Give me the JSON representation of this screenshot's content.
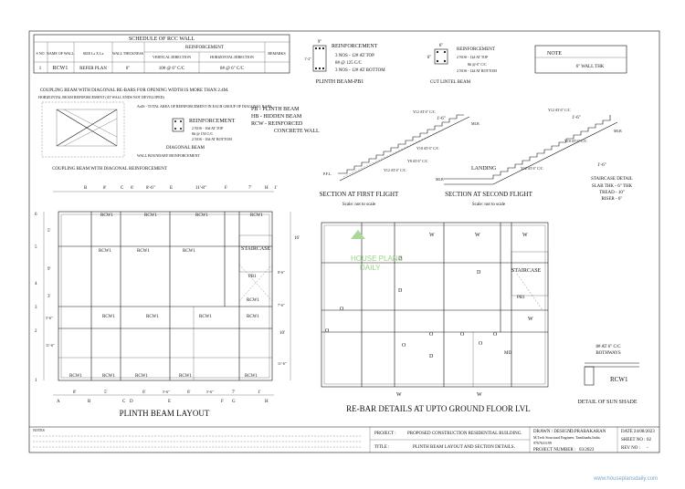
{
  "schedule": {
    "title": "SCHEDULE OF RCC WALL",
    "headers": {
      "sno": "S NO",
      "name": "NAME OF WALL",
      "size": "SIZE Ls X Lz",
      "thickness": "WALL THICKNESS",
      "reinforcement": "REINFORCEMENT",
      "vertical": "VERTICAL DIRECTION",
      "horizontal": "HORIZONTAL DIRECTION",
      "remarks": "REMARKS"
    },
    "row": {
      "sno": "1",
      "name": "RCW1",
      "size": "REFER PLAN",
      "thickness": "6\"",
      "vertical": "10# @ 6\" C/C",
      "horizontal": "8# @ 6\" C/C",
      "remarks": ""
    }
  },
  "plinth_beam_section": {
    "dim_top": "9\"",
    "dim_side": "1'-2\"",
    "title": "REINFORCEMENT",
    "lines": [
      "3 NOS - 12# AT TOP",
      "8# @ 125 C/C",
      "3 NOS - 12# AT BOTTOM"
    ],
    "caption": "PLINTH BEAM-PB1"
  },
  "lintel_section": {
    "dim_top": "6\"",
    "dim_side": "6\"",
    "title": "REINFORCEMENT",
    "lines": [
      "2 NOS - 12# AT TOP",
      "8# @ 6\" C/C",
      "2 NOS - 12# AT BOTTOM"
    ],
    "caption": "CUT LINTEL BEAM"
  },
  "note": {
    "title": "NOTE",
    "text": "6\" WALL THK"
  },
  "coupling_beam": {
    "heading": "COUPLING BEAM WITH DIAGONAL RE-BARS FOR OPENING WIDTH IS MORE THAN 2.4M.",
    "small_note_1": "HORIZONTAL BEAM REINFORCEMENT (AT WALL ENDS NOT DEVELOPED)",
    "small_note_2": "AxIS - TOTAL AREA OF REINFORCEMENT IN EACH GROUP OF DIAGONAL BARS",
    "small_note_3": "WALL BOUNDARY REINFORCEMENT",
    "title": "REINFORCEMENT",
    "lines": [
      "2 NOS - 10# AT TOP",
      "8# @ 150 C/C",
      "2 NOS - 10# AT BOTTOM"
    ],
    "diag_label": "DIAGONAL BEAM",
    "caption": "COUPLING BEAM WITH DIAGONAL REINFORCEMENT"
  },
  "legend": {
    "items": [
      "PB - PLINTH BEAM",
      "HB - HIDDEN BEAM",
      "RCW - REINFORCED",
      "CONCRETE WALL"
    ]
  },
  "stair_first": {
    "caption": "SECTION AT FIRST FLIGHT",
    "scale": "Scale: not to scale",
    "labels": [
      "Y12 AT 6\" C/C",
      "1'-6\"",
      "Y10 AT 6\" C/C",
      "Y8 AT 6\" C/C",
      "Y12 AT 6\" C/C",
      "P.F.L.",
      "MLB"
    ]
  },
  "stair_second": {
    "caption": "SECTION AT SECOND FLIGHT",
    "scale": "Scale: not to scale",
    "landing": "LANDING",
    "labels": [
      "Y12 AT 6\" C/C",
      "Y10 AT 6\" C/C",
      "1'-6\"",
      "1'-6\"",
      "Y12 AT 6\" C/C",
      "MLB",
      "MLB"
    ]
  },
  "stair_detail": {
    "title": "STAIRCASE DETAIL",
    "lines": [
      "SLAB THK - 6\" THK",
      "TREAD - 10\"",
      "RISER - 6\""
    ]
  },
  "plinth_layout": {
    "title": "PLINTH BEAM LAYOUT",
    "top_dims": [
      "8'",
      "6'",
      "8'-6\"",
      "11'-8\"",
      "7'",
      "1'"
    ],
    "top_grid": [
      "B",
      "C",
      "E",
      "F",
      "H"
    ],
    "bottom_grid": [
      "A",
      "B",
      "C",
      "D",
      "E",
      "F",
      "G",
      "H"
    ],
    "bottom_dims": [
      "8'",
      "5'",
      "6'",
      "5'-6\"",
      "6'",
      "5'-6\"",
      "7'",
      "1'"
    ],
    "left_grid": [
      "6",
      "5",
      "4",
      "3",
      "2",
      "1"
    ],
    "left_dims": [
      "5'",
      "9'",
      "3'",
      "5'-6\"",
      "11'-6\""
    ],
    "right_dims": [
      "16'",
      "8'-6\"",
      "7'-6\"",
      "10'",
      "11'-6\""
    ],
    "labels": {
      "rcw": "RCW1",
      "pb": "PB1",
      "staircase": "STAIRCASE"
    }
  },
  "rebar_layout": {
    "title": "RE-BAR DETAILS AT UPTO GROUND FLOOR LVL",
    "labels": {
      "staircase": "STAIRCASE",
      "pb": "PB1",
      "md": "MD",
      "d": "D",
      "w": "W",
      "o": "O"
    },
    "watermark_1": "HOUSE PLANS",
    "watermark_2": "DAILY"
  },
  "sunshade": {
    "bars": "8# AT 6\" C/C",
    "ways": "BOTHWAYS",
    "rcw": "RCW1",
    "caption": "DETAIL OF SUN SHADE"
  },
  "title_block": {
    "notes_title": "NOTES",
    "project_label": "PROJECT :",
    "project": "PROPOSED CONSTRUCTION RESIDENTIAL BUILDING.",
    "title_label": "TITLE :",
    "title": "PLINTH BEAM LAYOUT AND SECTION DETAILS.",
    "drawn_label": "DRAWN / DESIGN :",
    "drawn": "D.PRABAKARAN",
    "qualification": "M.Tech Structural Engineer, Tamilnadu,India.",
    "phone": "9767631199",
    "project_number_label": "PROJECT NUMBER :",
    "project_number": "03/2023",
    "date_label": "DATE :",
    "date": "24/08/2023",
    "sheet_label": "SHEET NO :",
    "sheet": "02",
    "rev_label": "REV NO :",
    "rev": "-",
    "website": "www.houseplansdaily.com"
  }
}
